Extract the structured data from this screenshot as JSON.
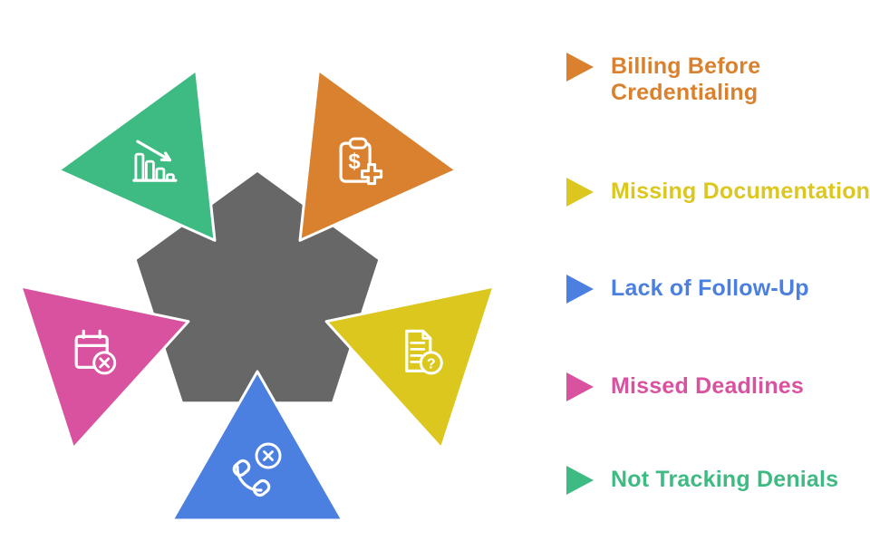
{
  "background_color": "#ffffff",
  "pentagon": {
    "color": "#676767"
  },
  "outline_color": "#ffffff",
  "items": [
    {
      "label": "Billing Before Credentialing",
      "color": "#D9812E",
      "icon": "clipboard-billing-icon",
      "triangle_position": "top-right"
    },
    {
      "label": "Missing Documentation",
      "color": "#DCC71E",
      "icon": "document-question-icon",
      "triangle_position": "right"
    },
    {
      "label": "Lack of Follow-Up",
      "color": "#4B80E1",
      "icon": "phone-missed-icon",
      "triangle_position": "bottom"
    },
    {
      "label": "Missed Deadlines",
      "color": "#D8529F",
      "icon": "calendar-x-icon",
      "triangle_position": "left"
    },
    {
      "label": "Not Tracking Denials",
      "color": "#3EBB82",
      "icon": "trend-down-icon",
      "triangle_position": "top-left"
    }
  ],
  "glyphs": {
    "dollar": "$",
    "question": "?"
  }
}
